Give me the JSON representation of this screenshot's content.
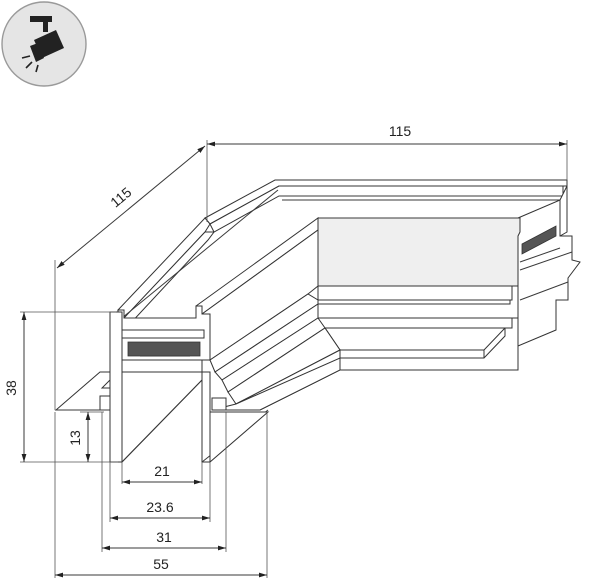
{
  "icon": {
    "name": "track-spotlight-icon",
    "circle_color": "#e5e5e5",
    "border_color": "#9a9a9a"
  },
  "dimensions": {
    "length_right": "115",
    "length_left": "115",
    "height": "38",
    "inner_height": "13",
    "width_21": "21",
    "width_23_6": "23.6",
    "width_31": "31",
    "width_55": "55"
  }
}
